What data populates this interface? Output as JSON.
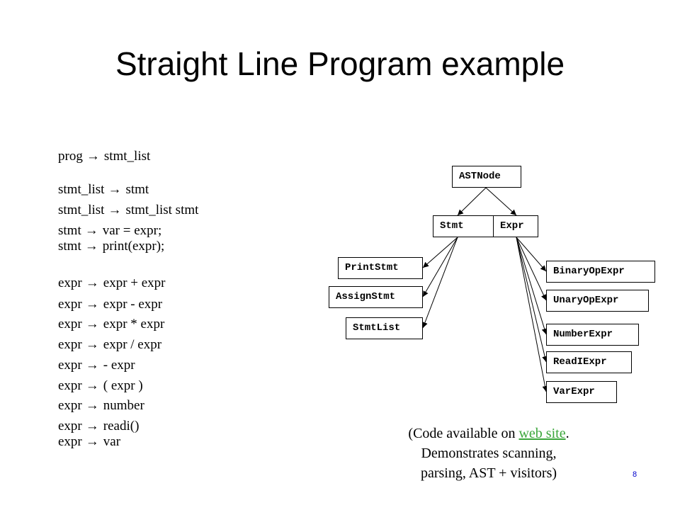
{
  "slide": {
    "title": "Straight Line Program example",
    "page_number": "8"
  },
  "grammar": {
    "arrow": "→",
    "rules": [
      {
        "lhs": "prog",
        "rhs": "stmt_list"
      },
      {
        "lhs": "stmt_list",
        "rhs": "stmt"
      },
      {
        "lhs": "stmt_list",
        "rhs": "stmt_list stmt"
      },
      {
        "lhs": "stmt",
        "rhs": "var = expr;"
      },
      {
        "lhs": "stmt",
        "rhs": "print(expr);"
      },
      {
        "lhs": "expr",
        "rhs": "expr + expr"
      },
      {
        "lhs": "expr",
        "rhs": "expr - expr"
      },
      {
        "lhs": "expr",
        "rhs": "expr * expr"
      },
      {
        "lhs": "expr",
        "rhs": "expr / expr"
      },
      {
        "lhs": "expr",
        "rhs": "- expr"
      },
      {
        "lhs": "expr",
        "rhs": "( expr )"
      },
      {
        "lhs": "expr",
        "rhs": "number"
      },
      {
        "lhs": "expr",
        "rhs": "readi()"
      },
      {
        "lhs": "expr",
        "rhs": "var"
      }
    ]
  },
  "tree": {
    "root": "ASTNode",
    "stmt": "Stmt",
    "expr": "Expr",
    "stmt_children": [
      "PrintStmt",
      "AssignStmt",
      "StmtList"
    ],
    "expr_children": [
      "BinaryOpExpr",
      "UnaryOpExpr",
      "NumberExpr",
      "ReadIExpr",
      "VarExpr"
    ]
  },
  "caption": {
    "before_link": "(Code available on ",
    "link": "web site",
    "after_link": ".",
    "line2": "Demonstrates scanning,",
    "line3": "parsing, AST + visitors)"
  }
}
